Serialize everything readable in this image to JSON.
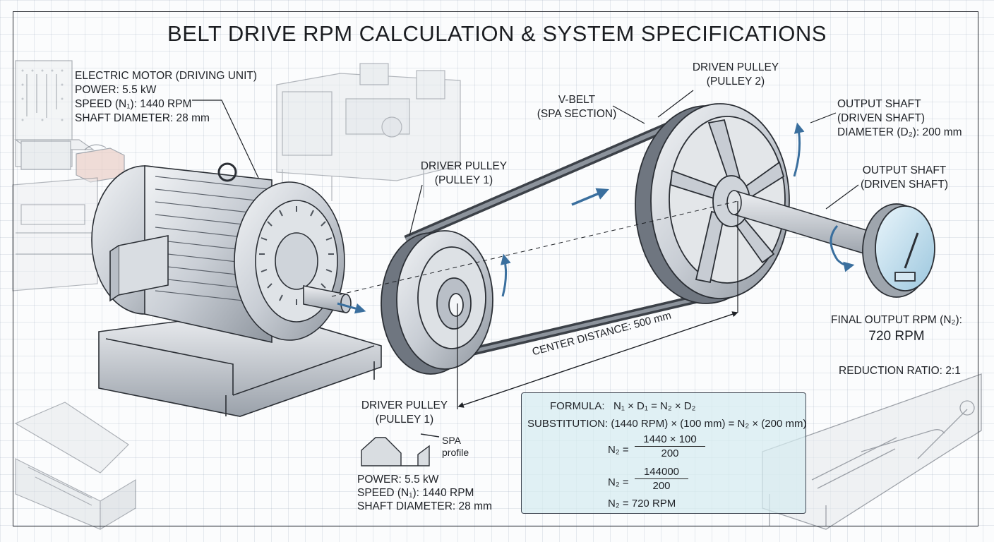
{
  "title": "BELT DRIVE RPM CALCULATION & SYSTEM SPECIFICATIONS",
  "motor": {
    "heading_bold": "ELECTRIC MOTOR",
    "heading_rest": " (DRIVING UNIT)",
    "power": "POWER: 5.5 kW",
    "speed": "SPEED (N₁): 1440 RPM",
    "shaft": "SHAFT DIAMETER: 28 mm"
  },
  "driver_pulley_top": {
    "name": "DRIVER PULLEY",
    "sub": "(PULLEY 1)"
  },
  "vbelt": {
    "name": "V-BELT",
    "sub": "(SPA SECTION)"
  },
  "driven_pulley": {
    "name": "DRIVEN PULLEY",
    "sub": "(PULLEY 2)"
  },
  "output_shaft_1": {
    "name": "OUTPUT SHAFT",
    "sub": "(DRIVEN SHAFT)",
    "diameter": "DIAMETER (D₂): 200 mm"
  },
  "output_shaft_2": {
    "name": "OUTPUT SHAFT",
    "sub": "(DRIVEN SHAFT)"
  },
  "final_output": {
    "label": "FINAL OUTPUT RPM (N₂):",
    "value": "720 RPM"
  },
  "reduction_ratio": "REDUCTION RATIO: 2:1",
  "center_distance": "CENTER DISTANCE: 500 mm",
  "driver_pulley_bottom": {
    "name": "DRIVER PULLEY",
    "sub": "(PULLEY 1)",
    "profile_1": "SPA",
    "profile_2": "profile",
    "power": "POWER: 5.5 kW",
    "speed": "SPEED (N₁): 1440 RPM",
    "shaft": "SHAFT DIAMETER: 28 mm"
  },
  "formula": {
    "formula_label": "FORMULA:",
    "formula_expr": "N₁ × D₁ = N₂ × D₂",
    "substitution": "SUBSTITUTION: (1440 RPM) × (100 mm) = N₂ × (200 mm)",
    "lhs": "N₂ =",
    "step1_num": "1440 × 100",
    "step1_den": "200",
    "step2_num": "144000",
    "step2_den": "200",
    "result": "N₂ = 720 RPM"
  },
  "colors": {
    "accent_arrow": "#3a6f9e",
    "formula_bg": "#d6ecf0",
    "ink": "#1e2126"
  }
}
